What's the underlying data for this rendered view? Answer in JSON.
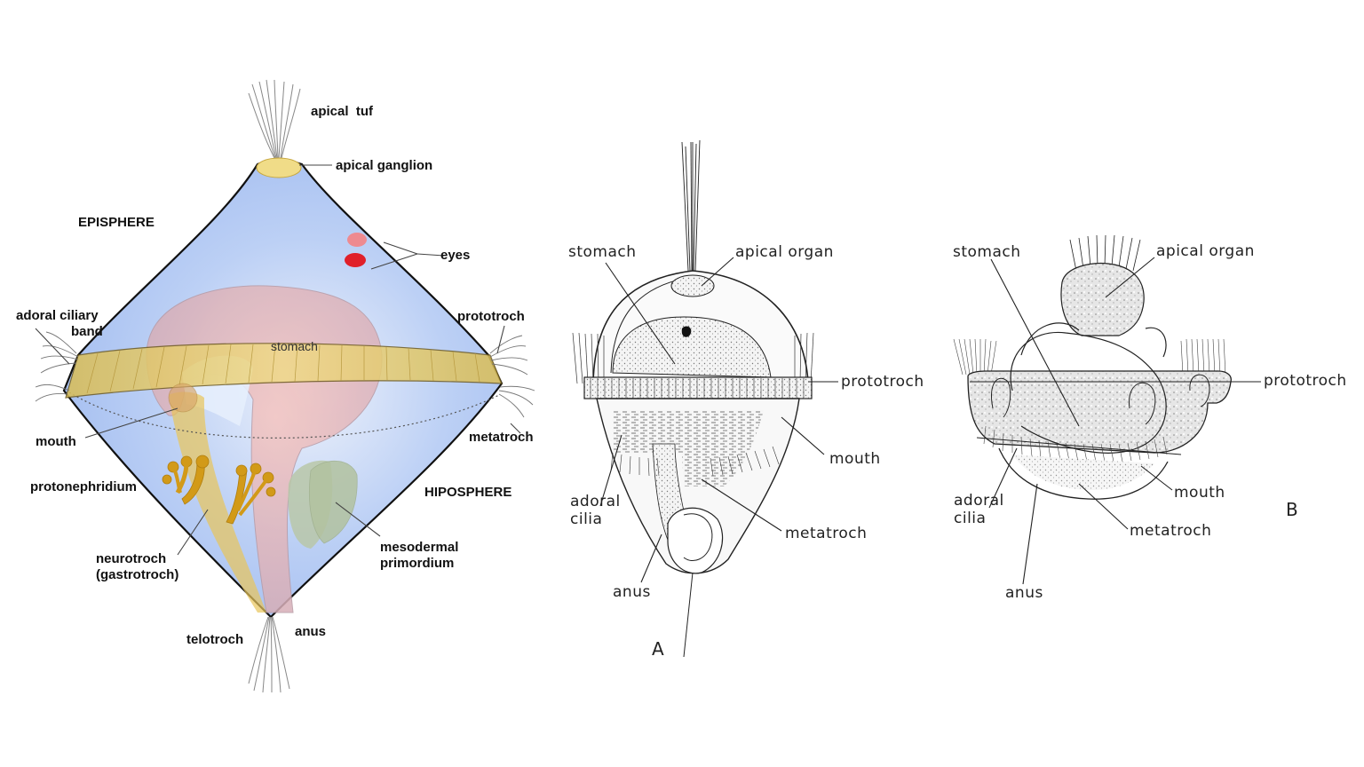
{
  "figure_left": {
    "labels": {
      "apical_tuft": "apical  tuf",
      "apical_ganglion": "apical ganglion",
      "episphere": "EPISPHERE",
      "eyes": "eyes",
      "adoral_ciliary_band_1": "adoral ciliary",
      "adoral_ciliary_band_2": "band",
      "prototroch": "prototroch",
      "stomach": "stomach",
      "mouth": "mouth",
      "metatroch": "metatroch",
      "protonephridium": "protonephridium",
      "hiposphere": "HIPOSPHERE",
      "neurotroch_1": "neurotroch",
      "neurotroch_2": "(gastrotroch)",
      "mesodermal_1": "mesodermal",
      "mesodermal_2": "primordium",
      "telotroch": "telotroch",
      "anus": "anus"
    },
    "colors": {
      "body": "#a9c3f2",
      "band": "#e2c860",
      "gut": "#e8b0b4",
      "nephridium": "#d29a18",
      "eye": "#e0202a",
      "mesoderm": "#b9c7a8"
    }
  },
  "figure_a": {
    "panel": "A",
    "labels": {
      "stomach": "stomach",
      "apical_organ": "apical organ",
      "prototroch": "prototroch",
      "mouth": "mouth",
      "adoral_1": "adoral",
      "adoral_2": "cilia",
      "metatroch": "metatroch",
      "anus": "anus"
    }
  },
  "figure_b": {
    "panel": "B",
    "labels": {
      "stomach": "stomach",
      "apical_organ": "apical organ",
      "prototroch": "prototroch",
      "mouth": "mouth",
      "adoral_1": "adoral",
      "adoral_2": "cilia",
      "metatroch": "metatroch",
      "anus": "anus"
    }
  }
}
